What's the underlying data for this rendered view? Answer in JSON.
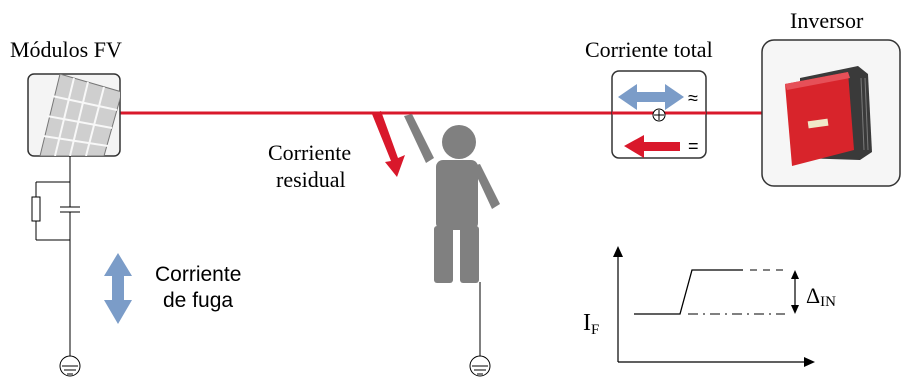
{
  "labels": {
    "pv_modules": "Módulos FV",
    "inverter": "Inversor",
    "total_current": "Corriente total",
    "residual_current_line1": "Corriente",
    "residual_current_line2": "residual",
    "leakage_current_line1": "Corriente",
    "leakage_current_line2": "de fuga",
    "graph_y_label_main": "I",
    "graph_y_label_sub": "F",
    "graph_delta_main": "Δ",
    "graph_delta_sub": "IN",
    "ac_symbol": "≈",
    "dc_symbol": "=",
    "sum_symbol": "⊕"
  },
  "colors": {
    "line": "#d9182b",
    "arrow_blue": "#7b9cc8",
    "person": "#808080",
    "inverter_body": "#d8242b",
    "box_stroke": "#333333"
  },
  "icons": {
    "pv": "solar-panel-icon",
    "person": "person-icon",
    "inverter": "inverter-icon",
    "ground": "ground-icon"
  }
}
